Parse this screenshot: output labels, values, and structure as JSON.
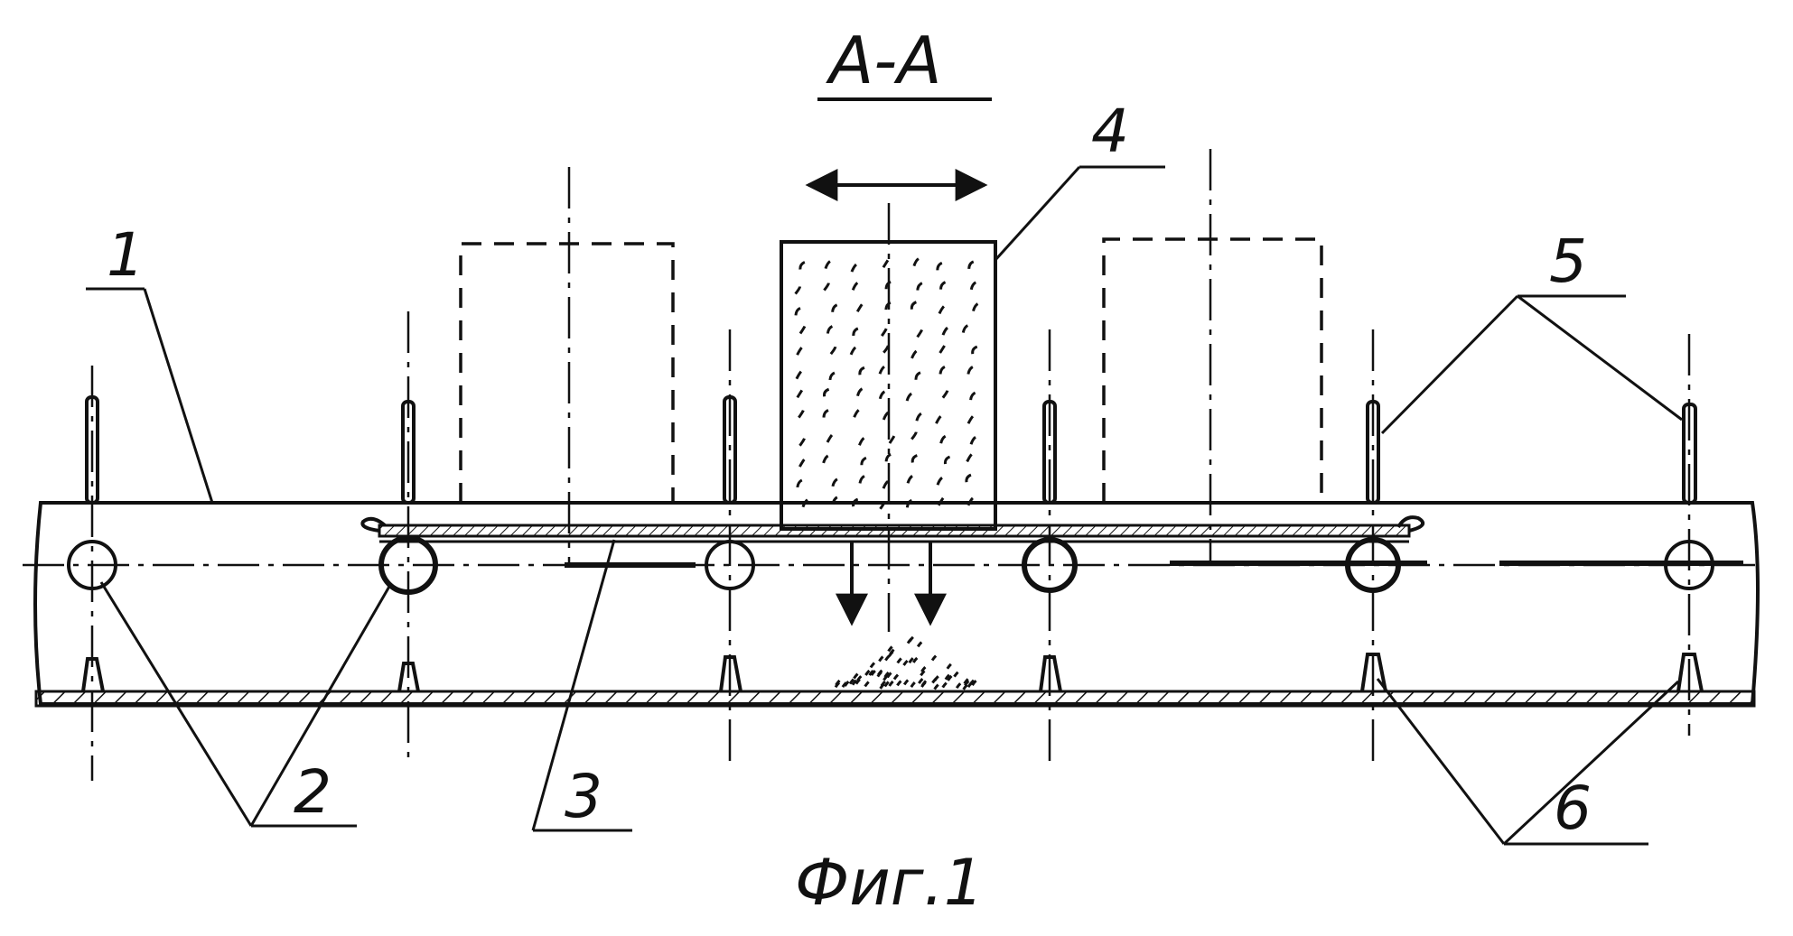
{
  "section_label": "A-A",
  "figure_caption": "Фиг.1",
  "callouts": {
    "c1": "1",
    "c2": "2",
    "c3": "3",
    "c4": "4",
    "c5": "5",
    "c6": "6"
  }
}
